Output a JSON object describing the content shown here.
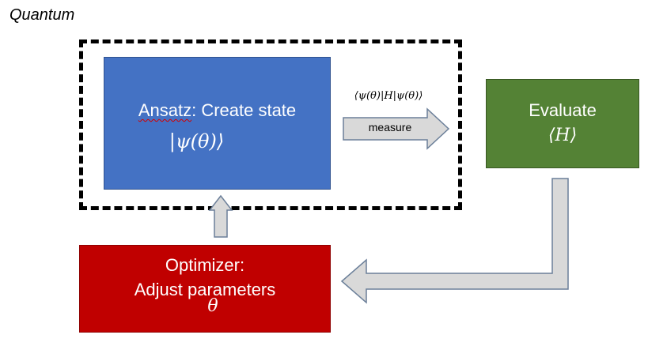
{
  "region": {
    "label": "Quantum"
  },
  "ansatz": {
    "title": "Ansatz: Create state",
    "title_squiggle_word": "Ansatz",
    "title_rest": ": Create state",
    "formula": "|ψ(θ)⟩",
    "color": "#4472c4"
  },
  "measure": {
    "formula": "⟨ψ(θ)|H|ψ(θ)⟩",
    "label": "measure"
  },
  "evaluate": {
    "title": "Evaluate",
    "formula": "⟨H⟩",
    "color": "#548235"
  },
  "optimizer": {
    "title_line1": "Optimizer:",
    "title_line2": "Adjust parameters",
    "formula": "θ",
    "color": "#c00000"
  },
  "arrow_color": "#d9d9d9"
}
